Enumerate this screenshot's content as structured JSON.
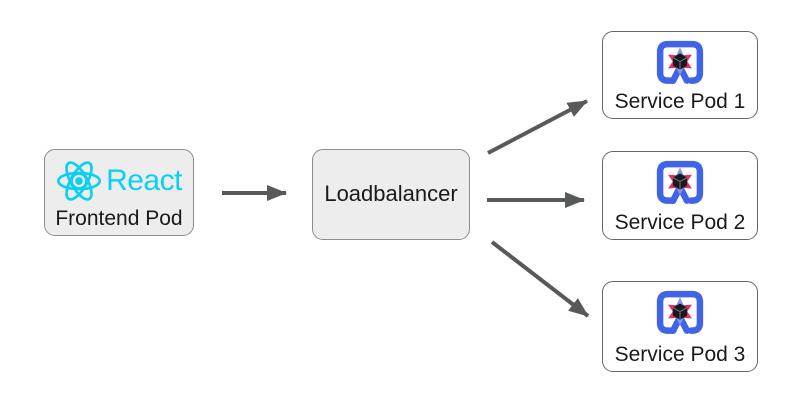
{
  "diagram": {
    "frontend": {
      "brand": "React",
      "label": "Frontend Pod"
    },
    "loadbalancer": {
      "label": "Loadbalancer"
    },
    "services": [
      {
        "label": "Service Pod 1"
      },
      {
        "label": "Service Pod 2"
      },
      {
        "label": "Service Pod 3"
      }
    ],
    "icons": {
      "frontend": "react-atom-icon",
      "service": "pod-cube-star-icon"
    },
    "colors": {
      "node_fill_gray": "#ededed",
      "node_border_gray": "#8c8c8c",
      "service_fill": "#ffffff",
      "service_border": "#666666",
      "arrow": "#57595b",
      "react_cyan": "#0cd0f2",
      "pod_frame_blue": "#4164e6",
      "pod_star_pink": "#e72d62",
      "pod_star_periwinkle": "#7e96f0",
      "pod_cube_black": "#17191f",
      "label_text": "#1a1a1a",
      "background": "#ffffff"
    }
  }
}
